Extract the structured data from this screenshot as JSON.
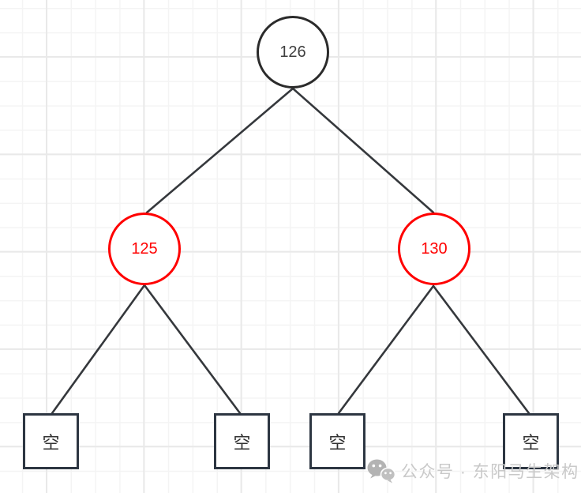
{
  "diagram": {
    "type": "binary-tree",
    "nodes": {
      "root": {
        "label": "126",
        "shape": "circle",
        "stroke": "#2b2b2b",
        "text_color": "#3f3f3f"
      },
      "left": {
        "label": "125",
        "shape": "circle",
        "stroke": "#ff0000",
        "text_color": "#ff0000"
      },
      "right": {
        "label": "130",
        "shape": "circle",
        "stroke": "#ff0000",
        "text_color": "#ff0000"
      },
      "leaf1": {
        "label": "空",
        "shape": "square",
        "stroke": "#2d3642",
        "text_color": "#333333"
      },
      "leaf2": {
        "label": "空",
        "shape": "square",
        "stroke": "#2d3642",
        "text_color": "#333333"
      },
      "leaf3": {
        "label": "空",
        "shape": "square",
        "stroke": "#2d3642",
        "text_color": "#333333"
      },
      "leaf4": {
        "label": "空",
        "shape": "square",
        "stroke": "#2d3642",
        "text_color": "#333333"
      }
    },
    "edges": [
      {
        "from": "root",
        "to": "left"
      },
      {
        "from": "root",
        "to": "right"
      },
      {
        "from": "left",
        "to": "leaf1"
      },
      {
        "from": "left",
        "to": "leaf2"
      },
      {
        "from": "right",
        "to": "leaf3"
      },
      {
        "from": "right",
        "to": "leaf4"
      }
    ],
    "edge_color": "#35383c"
  },
  "grid": {
    "background": "#ffffff",
    "minor_color": "#f4f4f4",
    "major_color": "#e9e9e9"
  },
  "watermark": {
    "icon": "wechat-icon",
    "text": "公众号 · 东阳马生架构",
    "color": "#c9c9c9"
  }
}
